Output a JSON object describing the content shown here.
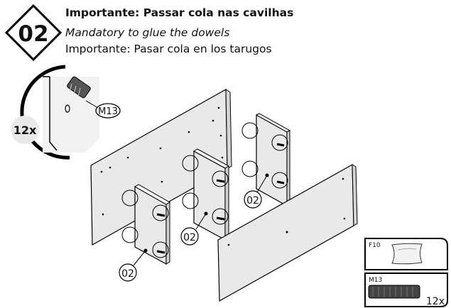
{
  "step": {
    "number": "02",
    "title_pt": "Importante: Passar cola nas cavilhas",
    "title_en": "Mandatory to glue the dowels",
    "title_es": "Importante: Pasar cola en los tarugos"
  },
  "detail": {
    "quantity": "12x",
    "part_label": "M13"
  },
  "assembly": {
    "panel_labels": [
      "02",
      "02",
      "02"
    ]
  },
  "parts_legend": [
    {
      "code": "F10",
      "qty": ""
    },
    {
      "code": "M13",
      "qty": "12x"
    }
  ]
}
